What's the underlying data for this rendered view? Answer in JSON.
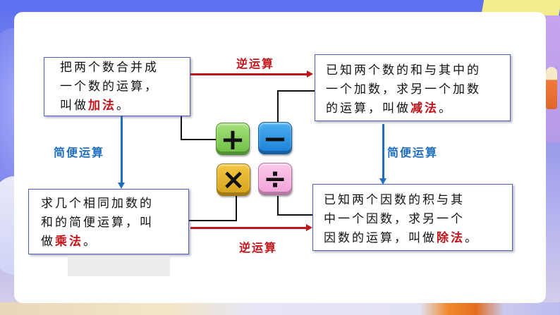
{
  "diagram": {
    "boxes": {
      "addition": {
        "line1": "把两个数合并成",
        "line2": "一个数的运算，",
        "line3_prefix": "叫做",
        "term": "加法",
        "line3_suffix": "。"
      },
      "subtraction": {
        "line1": "已知两个数的和与其中的",
        "line2": "一个加数，求另一个加数",
        "line3_prefix": "的运算，叫做",
        "term": "减法",
        "line3_suffix": "。"
      },
      "multiplication": {
        "line1": "求几个相同加数的",
        "line2": "和的简便运算，叫",
        "line3_prefix": "做",
        "term": "乘法",
        "line3_suffix": "。"
      },
      "division": {
        "line1": "已知两个因数的积与其",
        "line2": "中一个因数，求另一个",
        "line3_prefix": "因数的运算，叫做",
        "term": "除法",
        "line3_suffix": "。"
      }
    },
    "arrows": {
      "top_inverse_label": "逆运算",
      "bottom_inverse_label": "逆运算",
      "left_shortcut_label": "简便运算",
      "right_shortcut_label": "简便运算"
    },
    "keys": {
      "plus": "+",
      "minus": "−",
      "times": "×",
      "divide": "÷"
    },
    "colors": {
      "term_red": "#c0141a",
      "inverse_arrow_red": "#c0141a",
      "shortcut_arrow_blue": "#1f6fc0",
      "box_border": "#4d62b8",
      "plus_key": "#7ccc52",
      "minus_key": "#2a8fe0",
      "times_key": "#e4b22c",
      "divide_key": "#f7b6e2"
    }
  }
}
